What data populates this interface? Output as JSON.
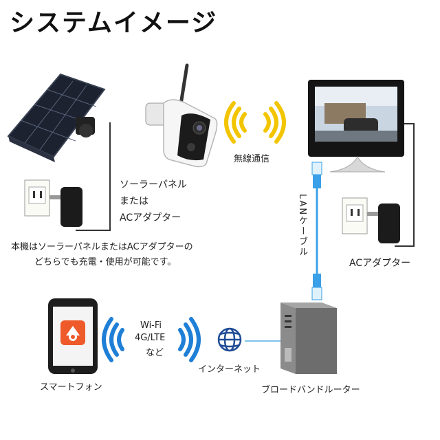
{
  "title": "システムイメージ",
  "labels": {
    "solar_or_ac_line1": "ソーラーパネル",
    "solar_or_ac_line2": "または",
    "solar_or_ac_line3": "ACアダプター",
    "wireless": "無線通信",
    "lan_cable": "LANケーブル",
    "ac_adapter": "ACアダプター",
    "note_line1": "本機はソーラーパネルまたはACアダプターの",
    "note_line2": "どちらでも充電・使用が可能です。",
    "wifi_line1": "Wi-Fi",
    "wifi_line2": "4G/LTE",
    "wifi_line3": "など",
    "internet": "インターネット",
    "smartphone": "スマートフォン",
    "router": "ブロードバンドルーター"
  },
  "colors": {
    "signal": "#f2c500",
    "wifi_signal": "#1f7fd6",
    "lan_cable": "#3aa0e8",
    "internet_line": "#7fc2ee",
    "app_icon": "#ee5a2a"
  }
}
